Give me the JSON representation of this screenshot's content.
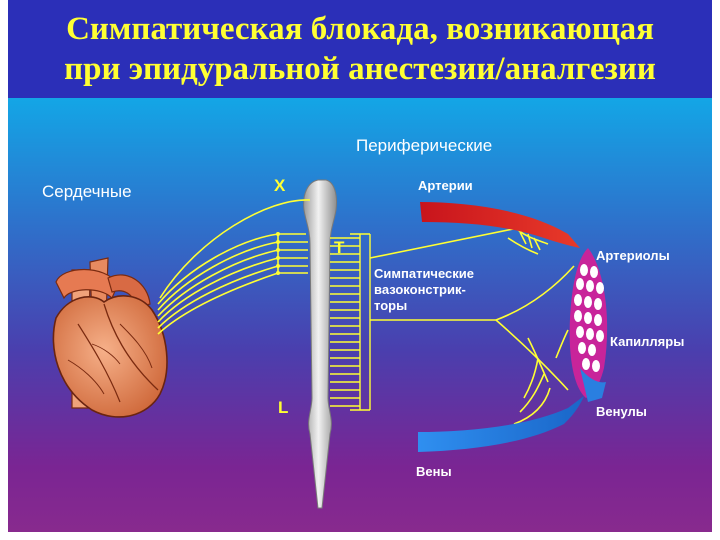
{
  "title": {
    "line1": "Симпатическая блокада, возникающая",
    "line2": "при эпидуральной анестезии/аналгезии"
  },
  "labels": {
    "cardiac": "Сердечные",
    "peripheral": "Периферические",
    "arteries": "Артерии",
    "arterioles": "Артериолы",
    "sympathetic_vasoconstrictors": "Симпатические вазоконстрик-торы",
    "capillaries": "Капилляры",
    "venules": "Венулы",
    "veins": "Вены"
  },
  "spine_markers": {
    "x": "X",
    "t": "T",
    "l": "L"
  },
  "colors": {
    "header_bg": "#2b2fb8",
    "title_text": "#ffff33",
    "nerve": "#ffff33",
    "artery": "#dd1c1c",
    "vein": "#1f7fe0",
    "heart": "#e58a5a",
    "spinal_cord": "#d9d9d9"
  }
}
